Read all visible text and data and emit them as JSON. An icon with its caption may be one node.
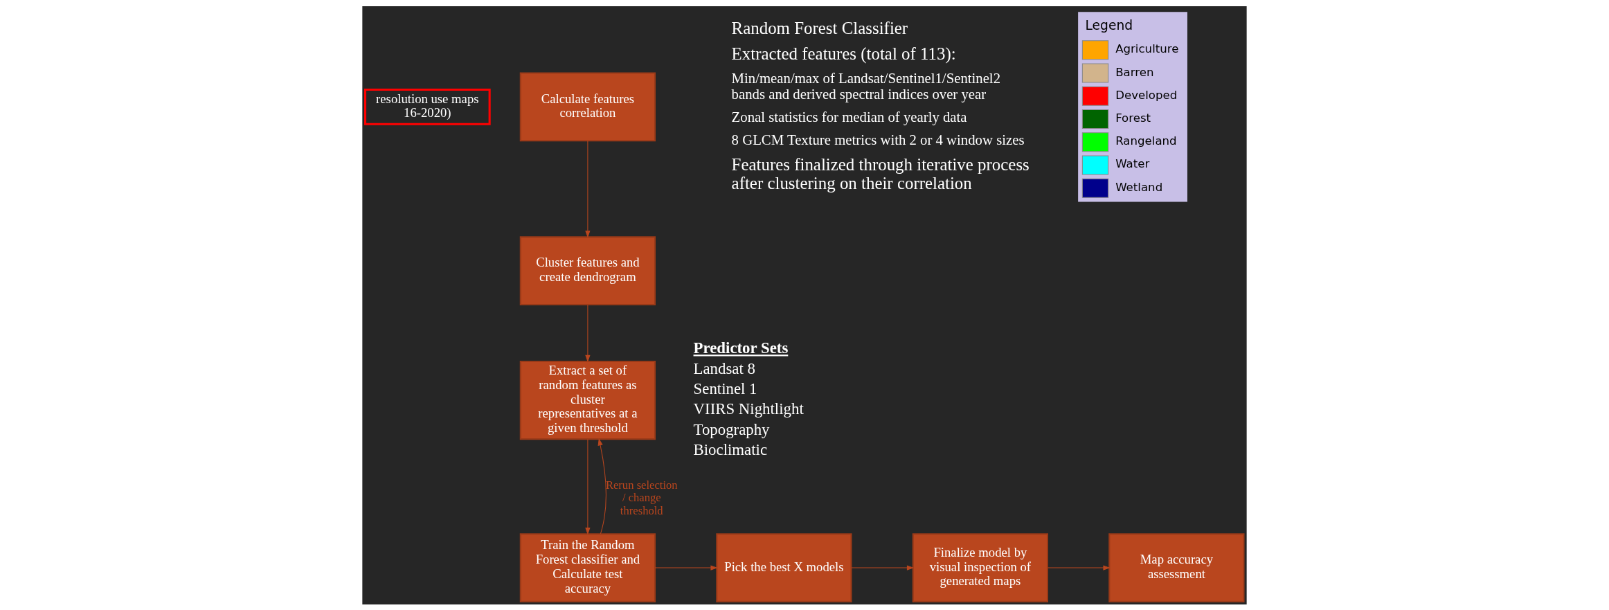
{
  "diagram": {
    "nodes": [
      {
        "text": [
          "resolution use maps 16-2020)"
        ]
      },
      {
        "text": [
          "Calculate features correlation"
        ]
      },
      {
        "text": [
          "Cluster features and create dendrogram"
        ]
      },
      {
        "text": [
          "Extract a set of random features as cluster representatives at a given threshold"
        ]
      },
      {
        "text": [
          "Train the Random Forest classifier and Calculate test accuracy"
        ]
      },
      {
        "text": [
          "Pick the best X models"
        ]
      },
      {
        "text": [
          "Finalize model by visual inspection of generated maps"
        ]
      },
      {
        "text": [
          "Map accuracy assessment"
        ]
      }
    ],
    "edges": [
      {
        "from": 1,
        "to": 2,
        "arrow": "to"
      },
      {
        "from": 2,
        "to": 3,
        "arrow": "to"
      },
      {
        "from": 3,
        "to": 4,
        "arrow": "to"
      },
      {
        "from": 4,
        "to": 3,
        "arrow": "to",
        "label": "Rerun selection / change threshold"
      },
      {
        "from": 4,
        "to": 5,
        "arrow": "to"
      },
      {
        "from": 5,
        "to": 6,
        "arrow": "to"
      },
      {
        "from": 6,
        "to": 7,
        "arrow": "to"
      }
    ],
    "labels": [
      "Random Forest Classifier",
      "Extracted features (total of 113):",
      "Min/mean/max of Landsat/Sentinel1/Sentinel2 bands and derived spectral indices over year",
      "Zonal statistics for median of yearly data",
      "8 GLCM Texture metrics with 2 or 4 window sizes",
      "Features finalized through iterative process after clustering on their correlation",
      "Legend",
      "Predictor Sets",
      "Landsat 8",
      "Sentinel 1",
      "VIIRS Nightlight",
      "Topography",
      "Bioclimatic"
    ],
    "legend": [
      {
        "text": "Agriculture",
        "color": "#ffa500"
      },
      {
        "text": "Barren",
        "color": "#d2b48c"
      },
      {
        "text": "Developed",
        "color": "#ff0000"
      },
      {
        "text": "Forest",
        "color": "#006400"
      },
      {
        "text": "Rangeland",
        "color": "#00ff00"
      },
      {
        "text": "Water",
        "color": "#00ffff"
      },
      {
        "text": "Wetland",
        "color": "#00008b"
      }
    ]
  }
}
